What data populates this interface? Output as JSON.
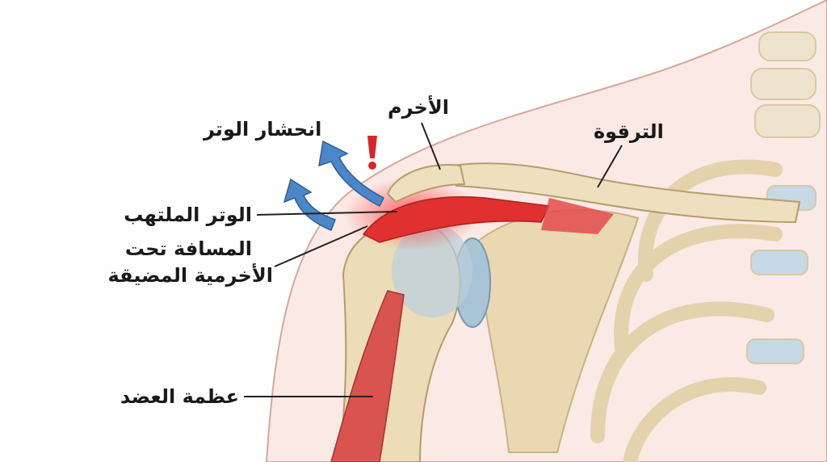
{
  "labels": {
    "acromion": "الأخرم",
    "impingement": "انحشار الوتر",
    "clavicle": "الترقوة",
    "inflamed_tendon": "الوتر الملتهب",
    "subacromial_line1": "المسافة تحت",
    "subacromial_line2": "الأخرمية المضيقة",
    "humerus": "عظمة العضد"
  },
  "colors": {
    "skin": "#fbe9e5",
    "bone": "#ecdcb8",
    "tendon_inflamed": "#e0302f",
    "cartilage": "#a9c4d6",
    "arrow": "#4a86c8",
    "warning": "#d62828"
  },
  "icons": [
    "impingement-arrow-icon",
    "warning-exclamation-icon"
  ]
}
